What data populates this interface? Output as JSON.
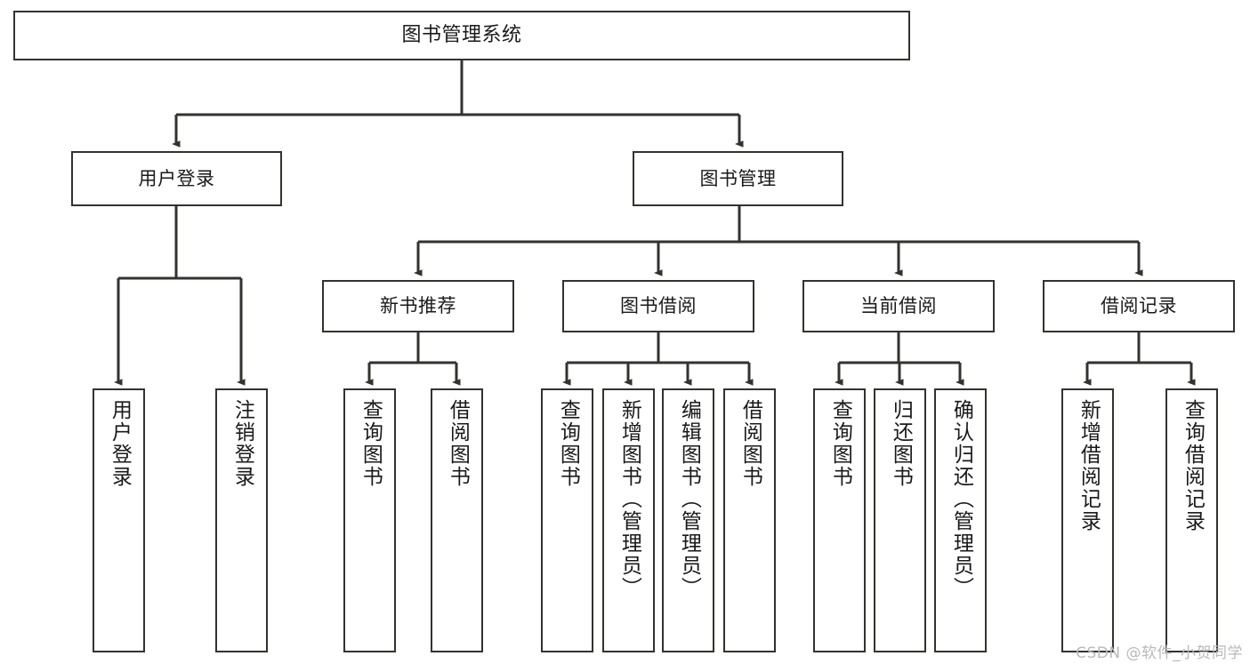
{
  "diagram": {
    "title": "图书管理系统",
    "type": "hierarchy-tree",
    "watermark": "CSDN @软件_小贺同学",
    "colors": {
      "box_border": "#32322f",
      "box_fill": "#ffffff",
      "line": "#32322f",
      "text": "#1a1a1a",
      "watermark": "#b9b9b9"
    },
    "levels": {
      "root": {
        "label": "图书管理系统"
      },
      "level2": [
        {
          "id": "user-login",
          "label": "用户登录"
        },
        {
          "id": "book-manage",
          "label": "图书管理"
        }
      ],
      "level3": [
        {
          "id": "new-book-rec",
          "label": "新书推荐",
          "parent": "book-manage"
        },
        {
          "id": "book-borrow",
          "label": "图书借阅",
          "parent": "book-manage"
        },
        {
          "id": "current-borrow",
          "label": "当前借阅",
          "parent": "book-manage"
        },
        {
          "id": "borrow-record",
          "label": "借阅记录",
          "parent": "book-manage"
        }
      ],
      "leaves": [
        {
          "id": "leaf-user-login",
          "label": "用户登录",
          "parent": "user-login"
        },
        {
          "id": "leaf-logout",
          "label": "注销登录",
          "parent": "user-login"
        },
        {
          "id": "leaf-query-book-1",
          "label": "查询图书",
          "parent": "new-book-rec"
        },
        {
          "id": "leaf-borrow-book-1",
          "label": "借阅图书",
          "parent": "new-book-rec"
        },
        {
          "id": "leaf-query-book-2",
          "label": "查询图书",
          "parent": "book-borrow"
        },
        {
          "id": "leaf-add-book",
          "label": "新增图书（管理员）",
          "parent": "book-borrow"
        },
        {
          "id": "leaf-edit-book",
          "label": "编辑图书（管理员）",
          "parent": "book-borrow"
        },
        {
          "id": "leaf-borrow-book-2",
          "label": "借阅图书",
          "parent": "book-borrow"
        },
        {
          "id": "leaf-query-book-3",
          "label": "查询图书",
          "parent": "current-borrow"
        },
        {
          "id": "leaf-return-book",
          "label": "归还图书",
          "parent": "current-borrow"
        },
        {
          "id": "leaf-confirm-return",
          "label": "确认归还（管理员）",
          "parent": "current-borrow"
        },
        {
          "id": "leaf-add-record",
          "label": "新增借阅记录",
          "parent": "borrow-record"
        },
        {
          "id": "leaf-query-record",
          "label": "查询借阅记录",
          "parent": "borrow-record"
        }
      ]
    }
  }
}
